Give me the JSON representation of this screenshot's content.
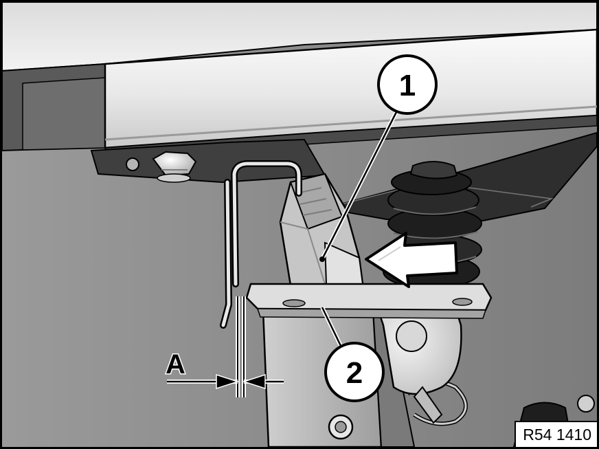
{
  "callouts": {
    "one": "1",
    "two": "2"
  },
  "dimension_label": "A",
  "figure_id": "R54 1410",
  "colors": {
    "background": "#8a8a8a",
    "beam_light": "#ededed",
    "border": "#000000"
  },
  "icons": [
    "direction-arrow-icon",
    "bolt-icon",
    "spring-icon"
  ]
}
